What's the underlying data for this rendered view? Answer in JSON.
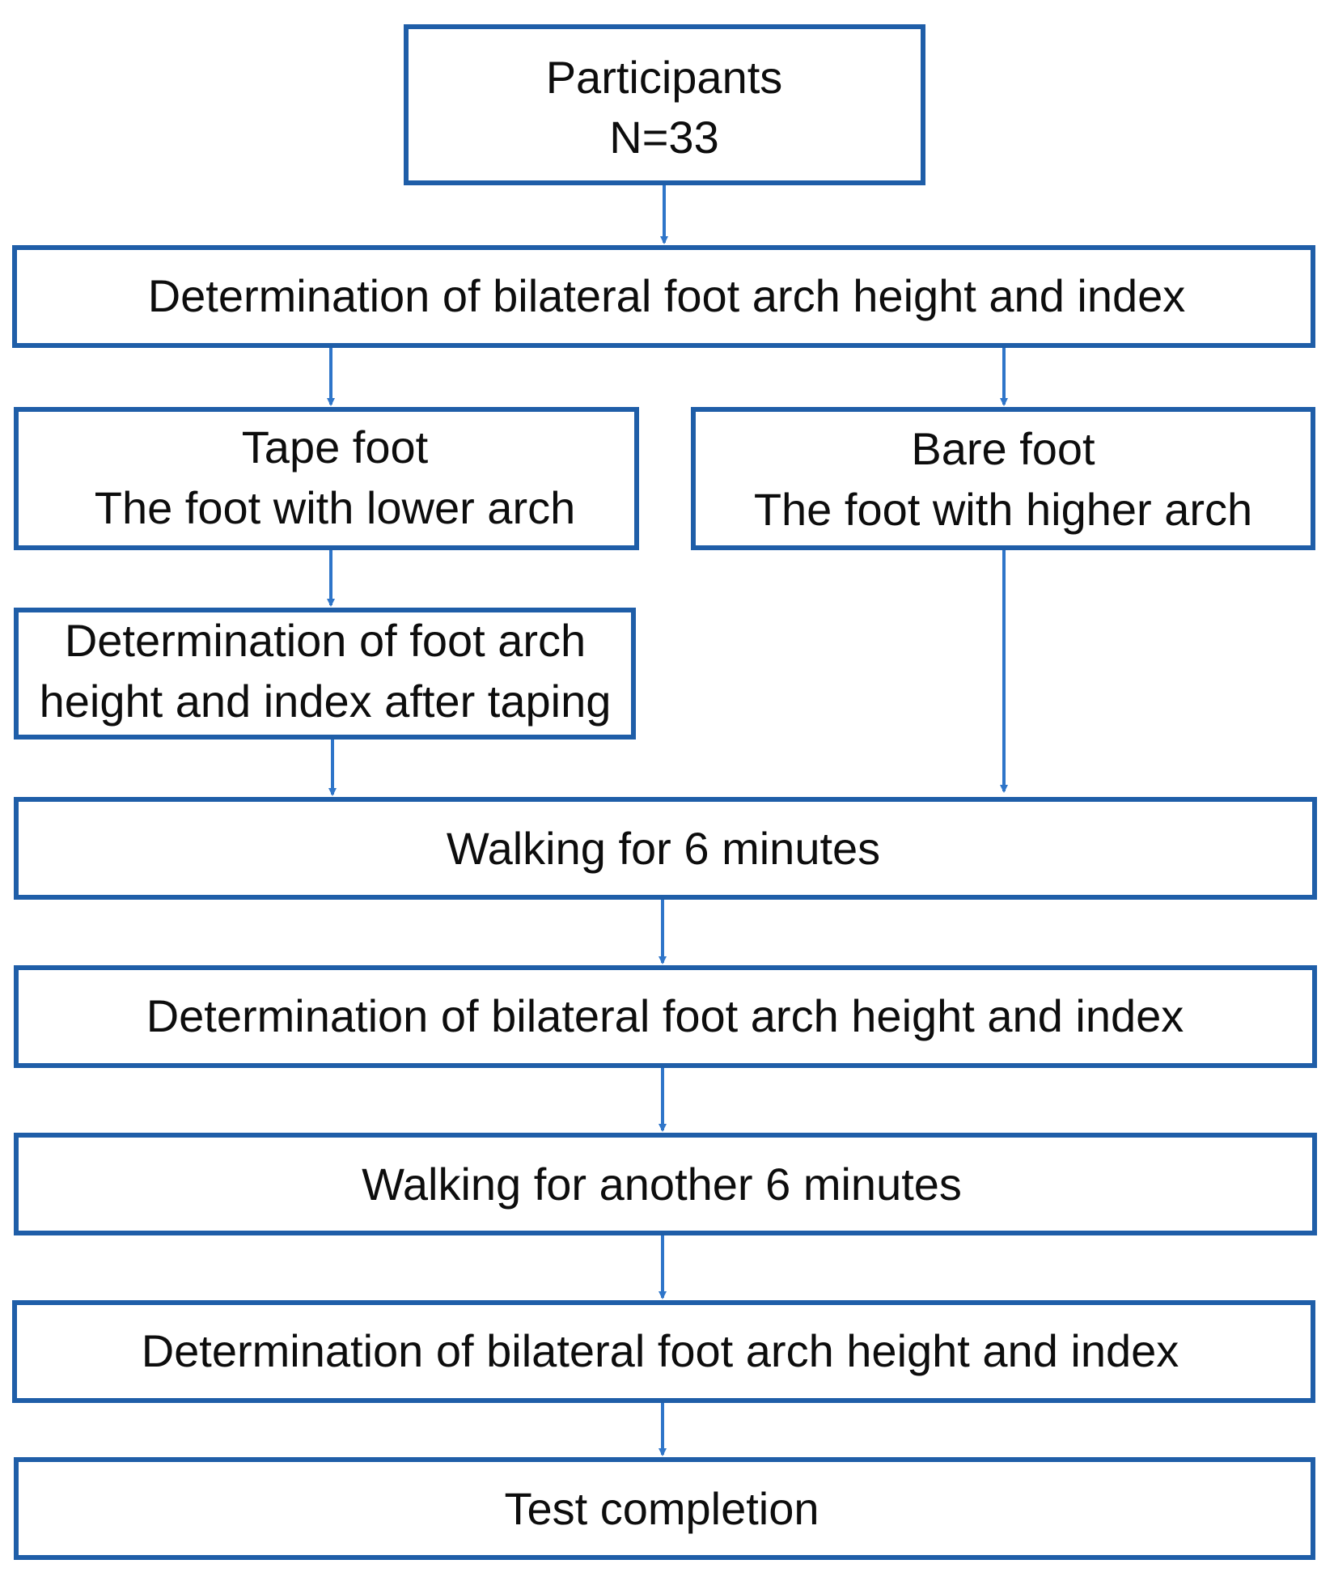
{
  "diagram": {
    "colors": {
      "box_border": "#1f5ea8",
      "arrow": "#2e75c9",
      "text": "#0d0d0d",
      "background": "#ffffff"
    },
    "boxes": {
      "participants": {
        "line1": "Participants",
        "line2": "N=33"
      },
      "baseline": {
        "line1": "Determination of bilateral foot arch height and index"
      },
      "tape_foot": {
        "line1": "Tape foot",
        "line2": "The foot with lower arch"
      },
      "bare_foot": {
        "line1": "Bare foot",
        "line2": "The foot with higher arch"
      },
      "after_taping": {
        "line1": "Determination of foot arch",
        "line2": "height and index after taping"
      },
      "walk1": {
        "line1": "Walking for 6 minutes"
      },
      "measure2": {
        "line1": "Determination of bilateral foot arch height and index"
      },
      "walk2": {
        "line1": "Walking for another 6 minutes"
      },
      "measure3": {
        "line1": "Determination of bilateral foot arch height and index"
      },
      "completion": {
        "line1": "Test completion"
      }
    }
  }
}
